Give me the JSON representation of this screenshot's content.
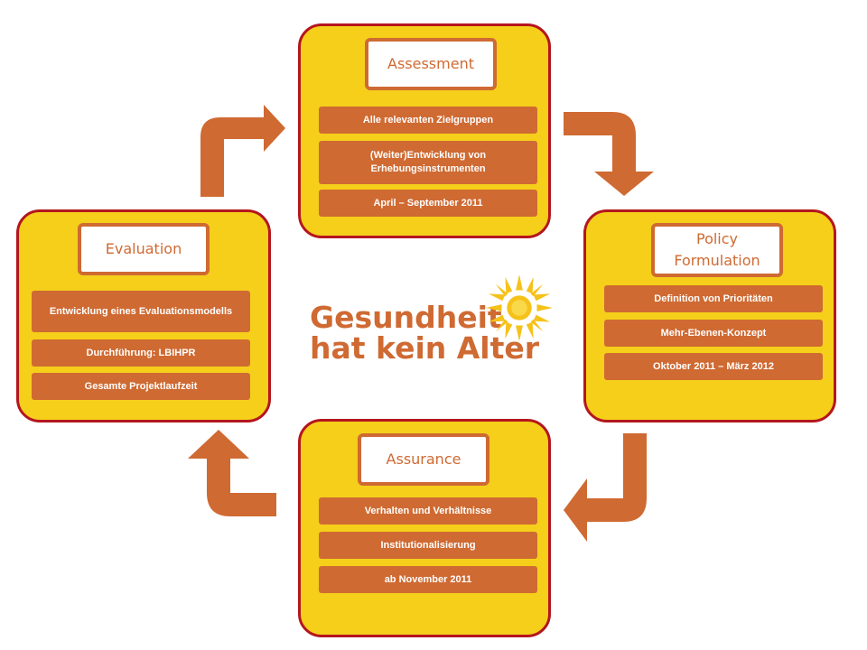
{
  "colors": {
    "panel": "#f5cf1a",
    "panel_border": "#b4161e",
    "accent": "#cf6a32"
  },
  "assessment": {
    "title": "Assessment",
    "items": [
      "Alle relevanten Zielgruppen",
      "(Weiter)Entwicklung von Erhebungsinstrumenten",
      "April – September 2011"
    ]
  },
  "policy": {
    "title": "Policy Formulation",
    "items": [
      "Definition von Prioritäten",
      "Mehr-Ebenen-Konzept",
      "Oktober 2011  – März 2012"
    ]
  },
  "assurance": {
    "title": "Assurance",
    "items": [
      "Verhalten und Verhältnisse",
      "Institutionalisierung",
      "ab November 2011"
    ]
  },
  "evaluation": {
    "title": "Evaluation",
    "items": [
      "Entwicklung eines Evaluationsmodells",
      "Durchführung: LBIHPR",
      "Gesamte Projektlaufzeit"
    ]
  },
  "logo": {
    "line1": "Gesundheit",
    "line2": "hat kein Alter",
    "icon": "sun-icon"
  }
}
